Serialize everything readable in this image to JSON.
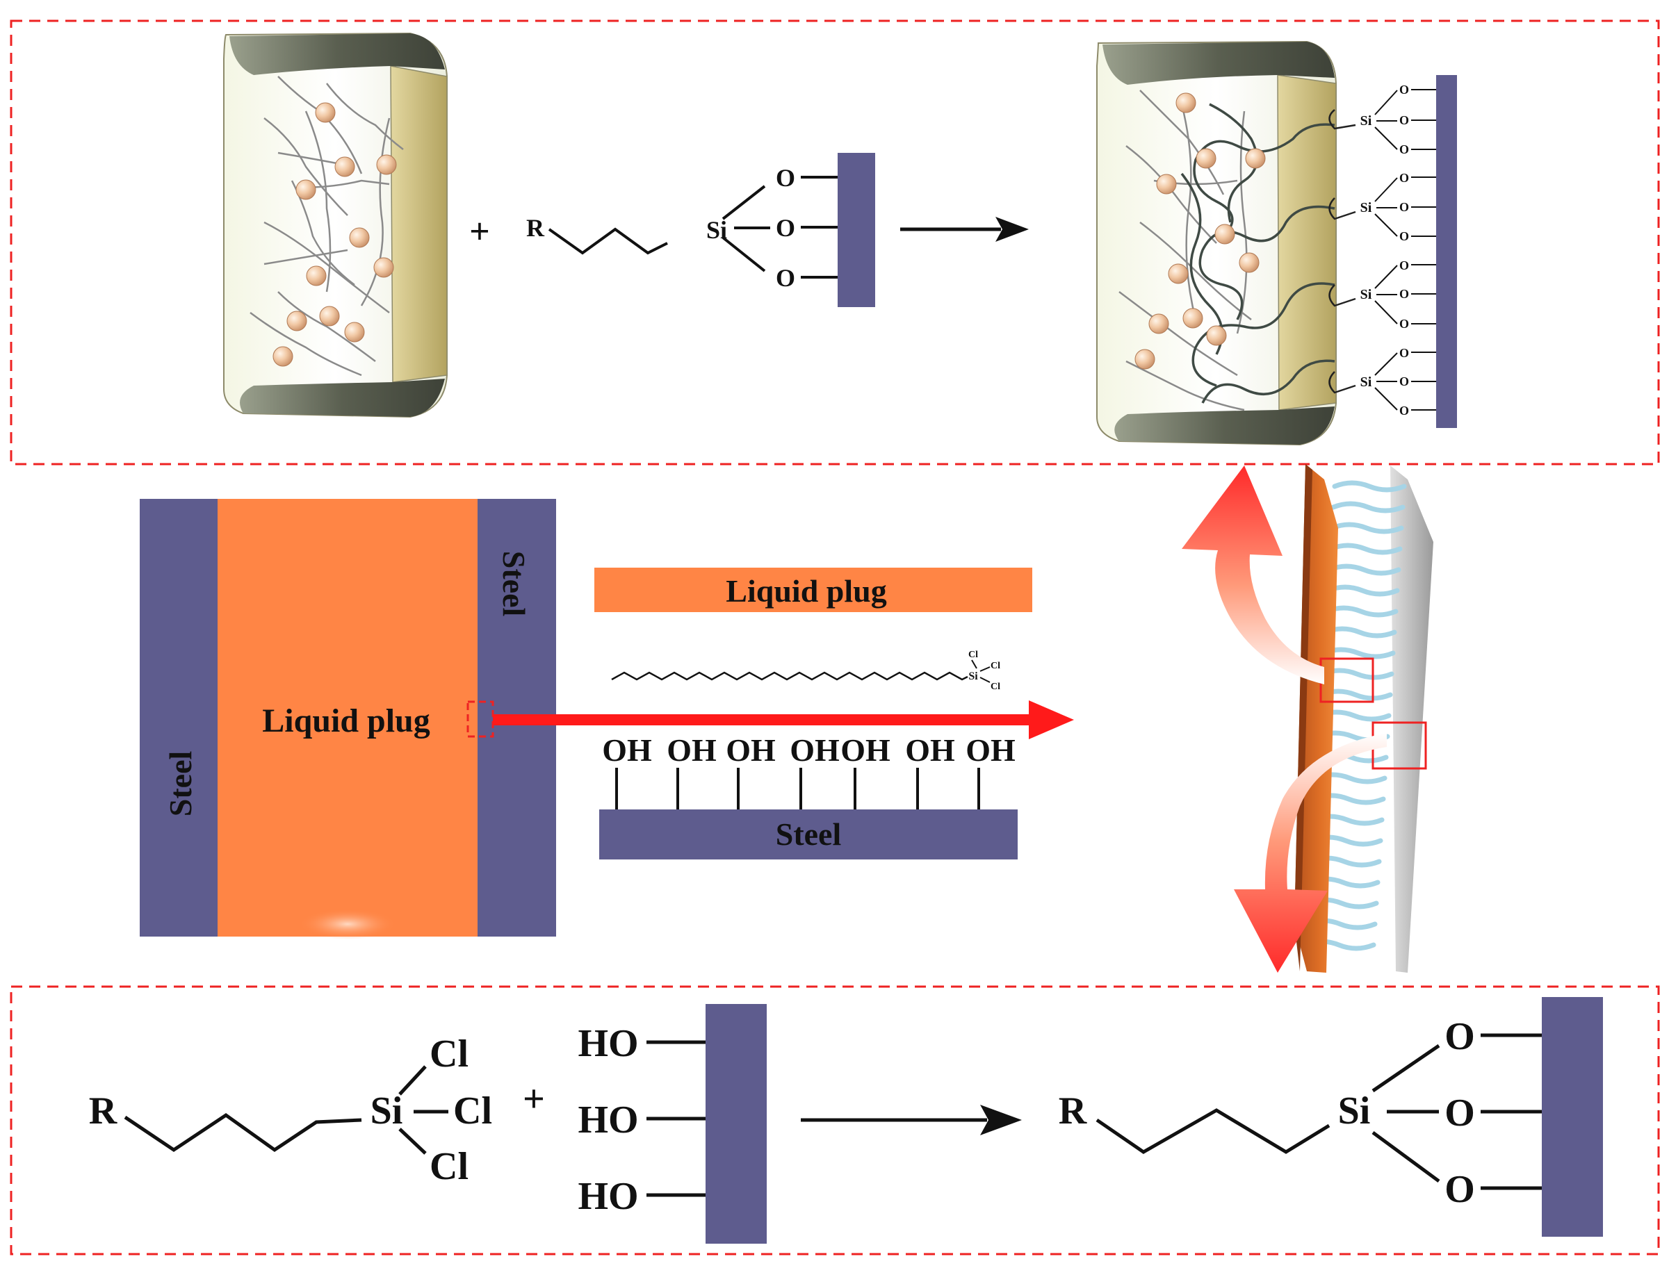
{
  "top_reaction": {
    "plus": "+",
    "r_group": "R",
    "si": "Si",
    "oxygens": [
      "O",
      "O",
      "O"
    ],
    "product_si": [
      "Si",
      "Si",
      "Si",
      "Si"
    ],
    "product_o": "O"
  },
  "middle": {
    "steel_left": "Steel",
    "liquid_plug_big": "Liquid plug",
    "steel_right": "Steel",
    "liquid_plug_bar": "Liquid plug",
    "silane_si": "Si",
    "silane_cl": [
      "Cl",
      "Cl",
      "Cl"
    ],
    "hydroxyls": [
      "OH",
      "OH",
      "OH",
      "OH",
      "OH",
      "OH",
      "OH"
    ],
    "steel_bar": "Steel"
  },
  "bottom_reaction": {
    "r_group": "R",
    "si": "Si",
    "chlorines": [
      "Cl",
      "Cl",
      "Cl"
    ],
    "plus": "+",
    "hydroxyls": [
      "HO",
      "HO",
      "HO"
    ],
    "product_r": "R",
    "product_si": "Si",
    "product_oxygens": [
      "O",
      "O",
      "O"
    ]
  },
  "colors": {
    "steel": "#5e5c8e",
    "liquid_plug": "#ff8545",
    "dash_red": "#ee2222",
    "arrow_red": "#ff1a1a",
    "bead": "#f1c8a4",
    "gel_face": "#f7f8ec",
    "gel_side": "#c9bb78",
    "gel_cap": "#6b6f5e",
    "brush": "#a6d4e6"
  }
}
